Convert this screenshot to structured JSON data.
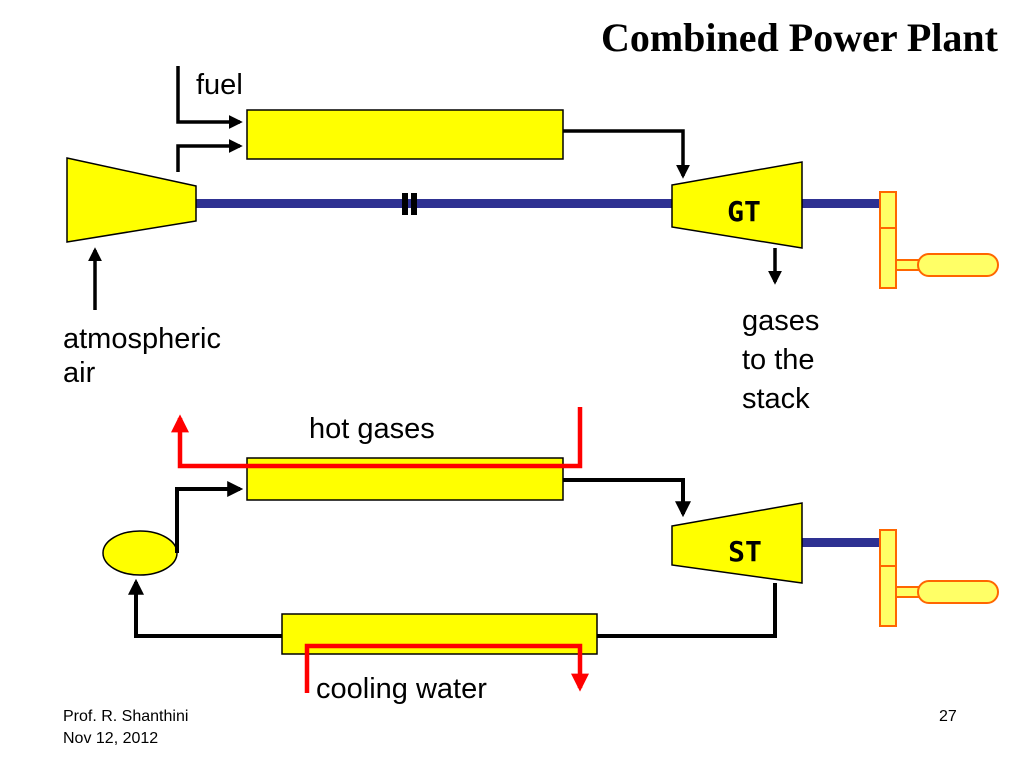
{
  "title": "Combined Power Plant",
  "labels": {
    "fuel": "fuel",
    "atmospheric_air_line1": "atmospheric",
    "atmospheric_air_line2": "air",
    "gases_line1": "gases",
    "gases_line2": "to the",
    "gases_line3": "stack",
    "hot_gases": "hot gases",
    "cooling_water": "cooling water",
    "gas_turbine": "GT",
    "steam_turbine": "ST"
  },
  "footer": {
    "author": "Prof. R. Shanthini",
    "date": "Nov 12, 2012",
    "page_number": "27"
  },
  "colors": {
    "component_fill": "#ffff00",
    "shaft": "#2e3192",
    "hot_stream": "#ff0000",
    "flow_line": "#000000",
    "generator_fill": "#ffff66",
    "generator_outline": "#ff6600"
  }
}
